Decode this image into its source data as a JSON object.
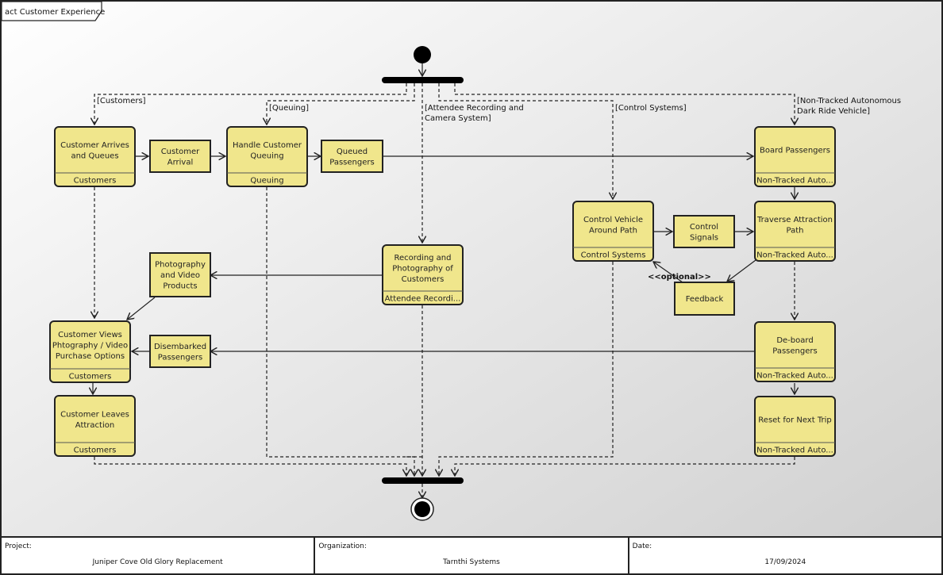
{
  "diagram": {
    "frame_title": "act Customer Experience",
    "actions": [
      {
        "id": "a1",
        "lines": [
          "Customer Arrives",
          "and Queues"
        ],
        "partition": "Customers"
      },
      {
        "id": "a2",
        "lines": [
          "Handle Customer",
          "Queuing"
        ],
        "partition": "Queuing"
      },
      {
        "id": "a3",
        "lines": [
          "Board Passengers"
        ],
        "partition": "Non-Tracked Auto..."
      },
      {
        "id": "a4",
        "lines": [
          "Control Vehicle",
          "Around Path"
        ],
        "partition": "Control Systems"
      },
      {
        "id": "a5",
        "lines": [
          "Traverse Attraction",
          "Path"
        ],
        "partition": "Non-Tracked Auto..."
      },
      {
        "id": "a6",
        "lines": [
          "Recording and",
          "Photography of",
          "Customers"
        ],
        "partition": "Attendee Recordi..."
      },
      {
        "id": "a7",
        "lines": [
          "Customer Views",
          "Phtography / Video",
          "Purchase Options"
        ],
        "partition": "Customers"
      },
      {
        "id": "a8",
        "lines": [
          "Customer Leaves",
          "Attraction"
        ],
        "partition": "Customers"
      },
      {
        "id": "a9",
        "lines": [
          "De-board",
          "Passengers"
        ],
        "partition": "Non-Tracked Auto..."
      },
      {
        "id": "a10",
        "lines": [
          "Reset for Next Trip"
        ],
        "partition": "Non-Tracked Auto..."
      }
    ],
    "objects": [
      {
        "id": "o1",
        "lines": [
          "Customer",
          "Arrival"
        ]
      },
      {
        "id": "o2",
        "lines": [
          "Queued",
          "Passengers"
        ]
      },
      {
        "id": "o3",
        "lines": [
          "Control",
          "Signals"
        ]
      },
      {
        "id": "o4",
        "lines": [
          "Feedback"
        ]
      },
      {
        "id": "o5",
        "lines": [
          "Photography",
          "and Video",
          "Products"
        ]
      },
      {
        "id": "o6",
        "lines": [
          "Disembarked",
          "Passengers"
        ]
      }
    ],
    "guards": {
      "customers": "[Customers]",
      "queuing": "[Queuing]",
      "attendee_1": "[Attendee Recording and",
      "attendee_2": "Camera System]",
      "control": "[Control Systems]",
      "vehicle_1": "[Non-Tracked Autonomous",
      "vehicle_2": "Dark Ride Vehicle]"
    },
    "stereotype_optional": "<<optional>>"
  },
  "footer": {
    "project_label": "Project:",
    "project_value": "Juniper Cove Old Glory Replacement",
    "organization_label": "Organization:",
    "organization_value": "Tarnthi Systems",
    "date_label": "Date:",
    "date_value": "17/09/2024"
  },
  "colors": {
    "action_fill": "#f0e68c",
    "stroke": "#222222"
  }
}
